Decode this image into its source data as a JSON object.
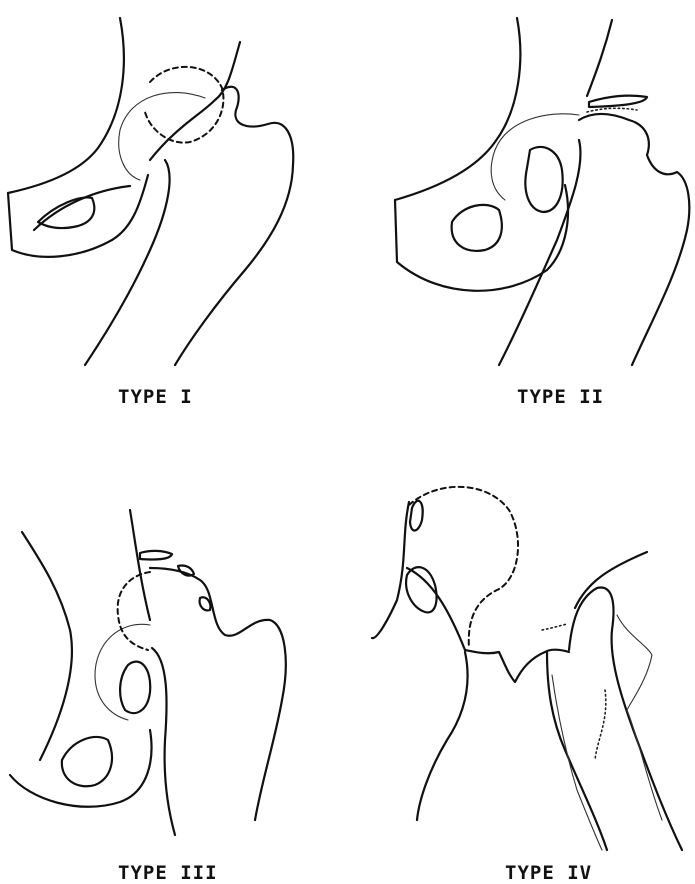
{
  "figure": {
    "panels": [
      {
        "caption": "TYPE I"
      },
      {
        "caption": "TYPE II"
      },
      {
        "caption": "TYPE III"
      },
      {
        "caption": "TYPE IV"
      }
    ]
  }
}
